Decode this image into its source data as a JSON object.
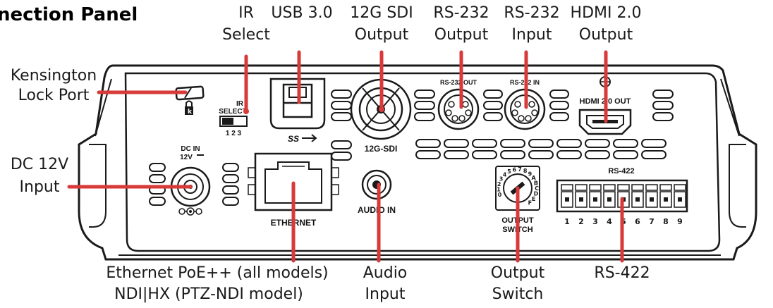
{
  "title": "nection Panel",
  "callouts": {
    "ir_select": [
      "IR",
      "Select"
    ],
    "usb": [
      "USB 3.0"
    ],
    "sdi": [
      "12G SDI",
      "Output"
    ],
    "rs232_out": [
      "RS-232",
      "Output"
    ],
    "rs232_in": [
      "RS-232",
      "Input"
    ],
    "hdmi": [
      "HDMI 2.0",
      "Output"
    ],
    "kensington": [
      "Kensington",
      "Lock Port"
    ],
    "dc": [
      "DC 12V",
      "Input"
    ],
    "ethernet": [
      "Ethernet PoE++ (all models)",
      "NDI|HX (PTZ-NDI model)"
    ],
    "audio": [
      "Audio",
      "Input"
    ],
    "output_switch": [
      "Output",
      "Switch"
    ],
    "rs422": [
      "RS-422"
    ]
  },
  "panel_labels": {
    "ir_select": [
      "IR",
      "SELECT"
    ],
    "ir_positions": "1 2 3",
    "usb": "SS",
    "sdi": "12G-SDI",
    "rs232_out": "RS-232 OUT",
    "rs232_in": "RS-232 IN",
    "hdmi": "HDMI 2.0 OUT",
    "dc": [
      "DC IN",
      "12V"
    ],
    "ethernet": "ETHERNET",
    "audio": "AUDIO IN",
    "output_switch": [
      "OUTPUT",
      "SWITCH"
    ],
    "rs422": "RS-422",
    "rs422_pins": [
      "1",
      "2",
      "3",
      "4",
      "5",
      "6",
      "7",
      "8",
      "9"
    ],
    "dial": "0123456789ABCDEF"
  },
  "colors": {
    "callout_line": "#d83a3a",
    "outline": "#1a1a1a",
    "text": "#1a1a1a"
  }
}
